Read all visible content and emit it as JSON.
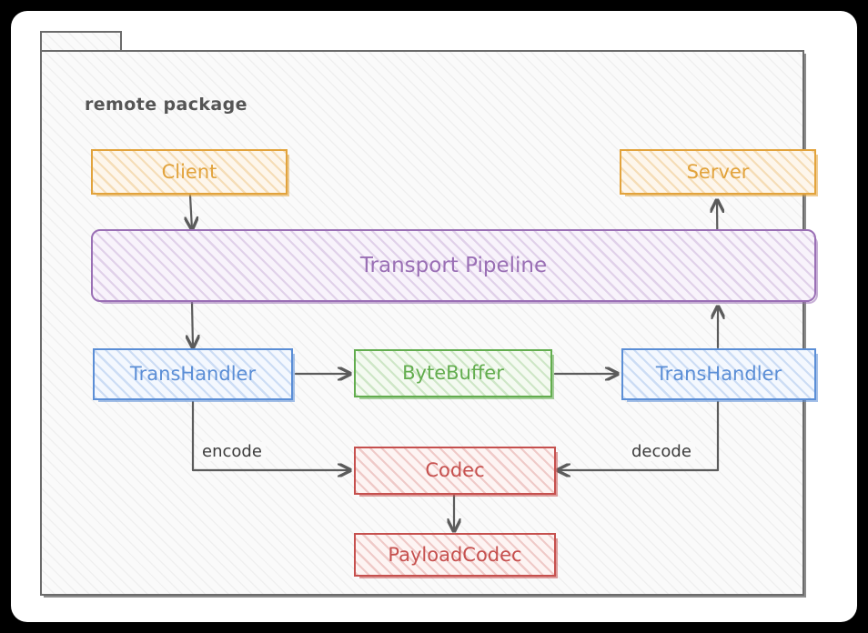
{
  "diagram": {
    "package_label": "remote package",
    "nodes": [
      {
        "id": "client",
        "label": "Client",
        "color": "#e2a33c"
      },
      {
        "id": "server",
        "label": "Server",
        "color": "#e2a33c"
      },
      {
        "id": "pipeline",
        "label": "Transport Pipeline",
        "color": "#9a6fb5"
      },
      {
        "id": "transhandler_left",
        "label": "TransHandler",
        "color": "#5b8ed6"
      },
      {
        "id": "bytebuffer",
        "label": "ByteBuffer",
        "color": "#62ad4e"
      },
      {
        "id": "transhandler_right",
        "label": "TransHandler",
        "color": "#5b8ed6"
      },
      {
        "id": "codec",
        "label": "Codec",
        "color": "#c6504e"
      },
      {
        "id": "payloadcodec",
        "label": "PayloadCodec",
        "color": "#c6504e"
      }
    ],
    "edges": [
      {
        "from": "client",
        "to": "pipeline",
        "label": ""
      },
      {
        "from": "pipeline",
        "to": "server",
        "label": ""
      },
      {
        "from": "pipeline",
        "to": "transhandler_left",
        "label": ""
      },
      {
        "from": "transhandler_left",
        "to": "bytebuffer",
        "label": ""
      },
      {
        "from": "bytebuffer",
        "to": "transhandler_right",
        "label": ""
      },
      {
        "from": "transhandler_right",
        "to": "pipeline",
        "label": ""
      },
      {
        "from": "transhandler_left",
        "to": "codec",
        "label": "encode"
      },
      {
        "from": "transhandler_right",
        "to": "codec",
        "label": "decode"
      },
      {
        "from": "codec",
        "to": "payloadcodec",
        "label": ""
      }
    ],
    "edge_labels": {
      "encode": "encode",
      "decode": "decode"
    }
  }
}
